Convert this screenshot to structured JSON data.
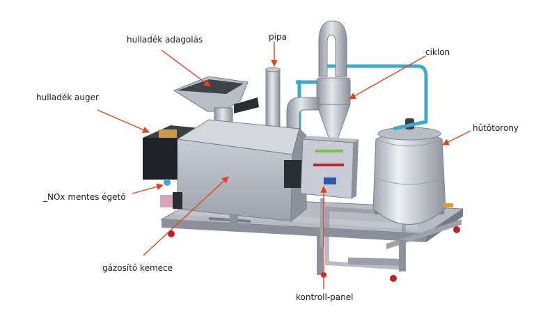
{
  "labels": {
    "hulladek_adagolas": "hulladék adagolás",
    "pipa": "pipa",
    "ciklon": "ciklon",
    "hulladek_auger": "hulladék auger",
    "hutotorony": "hûtôtorony",
    "nox_egeto": "_NOx mentes égetô",
    "gazosito_kemece": "gázosító kemece",
    "kontroll_panel": "kontroll-panel"
  },
  "colors": {
    "arrow": "#e8401c",
    "steel_light": "#d8dbe2",
    "steel_mid": "#a9adb8",
    "steel_dark": "#6f7480",
    "pipe_blue": "#3fa9c9",
    "wheel": "#c0202a"
  }
}
